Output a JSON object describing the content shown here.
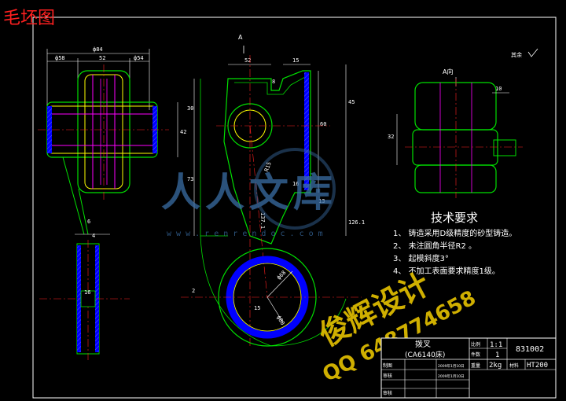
{
  "drawing": {
    "sheet_title": "毛坯图",
    "section_label": "A",
    "view_label": "A向",
    "roughness_note": "其余",
    "dimensions": {
      "d84": "ф84",
      "d58a": "ф58",
      "d52a": "52",
      "d54": "ф54",
      "d42": "42",
      "d6": "6",
      "d4": "4",
      "d16a": "16",
      "d52b": "52",
      "d15": "15",
      "d8": "8",
      "d45": "45",
      "d30": "30",
      "d73": "73",
      "dr15": "R15",
      "d16b": "16",
      "d13": "13",
      "d1371": "137.1",
      "d1261": "126.1",
      "d2": "2",
      "d15b": "15",
      "d10": "10",
      "d32": "32",
      "d68": "ф68",
      "d80": "ф80"
    },
    "tech_requirements": {
      "heading": "技术要求",
      "items": [
        "1、 铸造采用D级精度的砂型铸造。",
        "2、 未注圆角半径R2 。",
        "3、 起模斜度3°",
        "4、 不加工表面要求精度1级。"
      ]
    },
    "watermarks": {
      "brand": "人人文库",
      "url": "w w w . r e n r e n d o c . c o m",
      "designer": "俊辉设计",
      "qq": "QQ 648774658"
    },
    "title_block": {
      "part_name": "拨叉",
      "machine": "(CA6140床)",
      "scale_label": "比例",
      "scale_value": "1:1",
      "qty_label": "件数",
      "qty_value": "1",
      "weight_label": "重量",
      "weight_value": "2kg",
      "material_label": "材料",
      "material_value": "HT200",
      "drawing_no": "831002",
      "designer_label": "制图",
      "checker_label": "审核",
      "approver_label": "审核",
      "date1": "2009年1月10日",
      "date2": "2009年1月10日"
    }
  },
  "colors": {
    "background": "#000000",
    "outline": "#ffffff",
    "green": "#00e000",
    "yellow": "#ffff00",
    "magenta": "#ff00ff",
    "blue": "#0000ff",
    "red": "#ff2020",
    "cyan": "#00ffff",
    "watermark_blue": "#3a6ea5",
    "watermark_gold": "#e6c200"
  }
}
